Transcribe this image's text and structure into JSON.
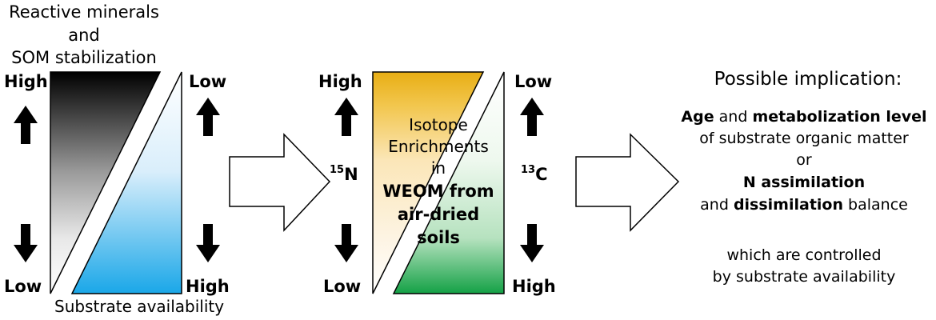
{
  "panel_left": {
    "top_caption_line1": "Reactive minerals",
    "top_caption_line2": "and",
    "top_caption_line3": "SOM stabilization",
    "left_high": "High",
    "left_low": "Low",
    "right_low": "Low",
    "right_high": "High",
    "bottom_caption": "Substrate availability",
    "colors": {
      "mineral_gradient_top": "#000000",
      "mineral_gradient_bottom": "#ffffff",
      "substrate_gradient_top": "#ffffff",
      "substrate_gradient_bottom": "#1aa7e8"
    }
  },
  "panel_middle": {
    "left_high": "High",
    "left_low": "Low",
    "left_isotope_mass": "15",
    "left_isotope_symbol": "N",
    "right_low": "Low",
    "right_high": "High",
    "right_isotope_mass": "13",
    "right_isotope_symbol": "C",
    "center_line1": "Isotope",
    "center_line2": "Enrichments",
    "center_line3": "in",
    "center_line4": "WEOM from",
    "center_line5": "air-dried",
    "center_line6": "soils",
    "colors": {
      "n_gradient_top": "#e8ae14",
      "c_gradient_bottom": "#1aa34a"
    }
  },
  "panel_right": {
    "heading": "Possible implication:",
    "line1_bold_a": "Age",
    "line1_mid": " and ",
    "line1_bold_b": "metabolization level",
    "line2": "of substrate organic matter",
    "line3": "or",
    "line4_bold": "N assimilation",
    "line5_pre": "and ",
    "line5_bold": "dissimilation",
    "line5_post": " balance",
    "line6": "which are controlled",
    "line7": "by substrate availability"
  },
  "icons": {
    "arrows": [
      "arrow-up-icon",
      "arrow-down-icon",
      "block-arrow-right-icon"
    ]
  }
}
